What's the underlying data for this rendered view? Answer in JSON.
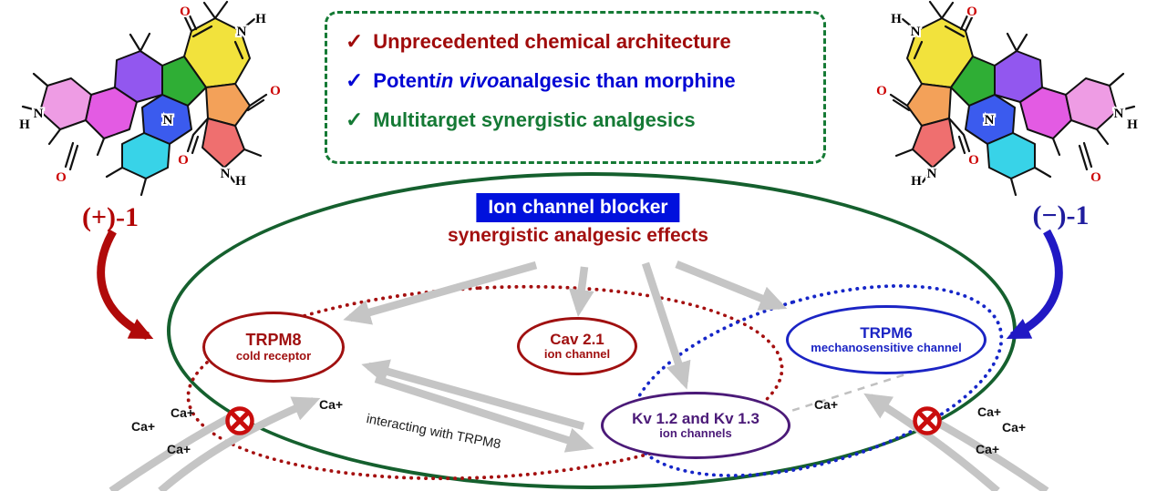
{
  "checklist": {
    "items": [
      {
        "check": "✓",
        "text": "Unprecedented chemical architecture"
      },
      {
        "check": "✓",
        "pre": "Potent ",
        "em": "in vivo",
        "post": " analgesic than morphine"
      },
      {
        "check": "✓",
        "text": "Multitarget synergistic analgesics"
      }
    ]
  },
  "compounds": {
    "left_label": "(+)-1",
    "right_label": "(−)-1"
  },
  "hub": {
    "badge": "Ion channel blocker",
    "subtitle": "synergistic analgesic effects"
  },
  "targets": {
    "trpm8": {
      "name": "TRPM8",
      "desc": "cold receptor"
    },
    "cav": {
      "name": "Cav 2.1",
      "desc": "ion channel"
    },
    "trpm6": {
      "name": "TRPM6",
      "desc": "mechanosensitive channel"
    },
    "kv": {
      "name": "Kv 1.2 and Kv 1.3",
      "desc": "ion channels"
    }
  },
  "labels": {
    "interaction": "interacting with TRPM8",
    "ion": "Ca+"
  },
  "atoms": {
    "o": "O",
    "n": "N",
    "h": "H"
  },
  "colors": {
    "dark_red": "#a01010",
    "blue": "#1b24c4",
    "green": "#15602e",
    "purple": "#4b1a78",
    "badge_bg": "#0011dd",
    "gray_arrow": "#c5c5c5"
  }
}
